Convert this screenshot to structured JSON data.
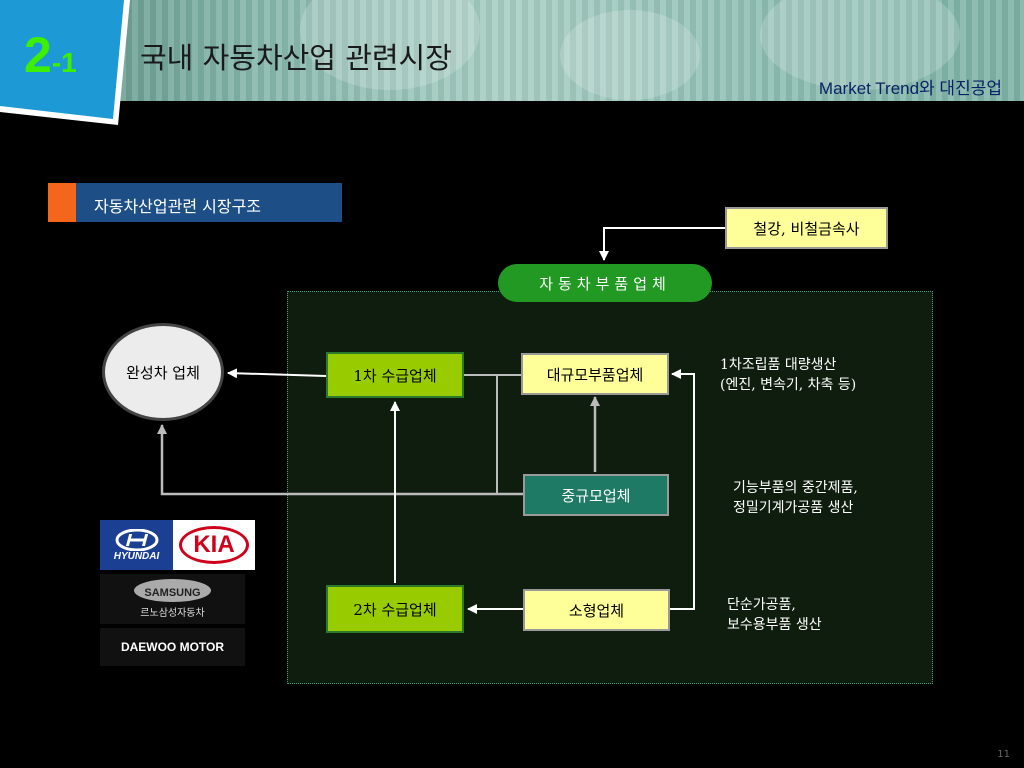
{
  "header": {
    "badge_big": "2",
    "badge_small": "-1",
    "title": "국내 자동차산업 관련시장",
    "subtitle": "Market Trend와 대진공업"
  },
  "section": {
    "label": "자동차산업관련 시장구조"
  },
  "diagram": {
    "top_box": "철강, 비철금속사",
    "pill": "자동차부품업체",
    "oval": "완성차 업체",
    "tier1": "1차 수급업체",
    "large": "대규모부품업체",
    "medium": "중규모업체",
    "tier2": "2차 수급업체",
    "small": "소형업체",
    "desc_large": "1차조립품 대량생산\n(엔진, 변속기, 차축 등)",
    "desc_medium": "기능부품의 중간제품,\n정밀기계가공품 생산",
    "desc_small": "단순가공품,\n보수용부품 생산"
  },
  "logos": {
    "hyundai": "HYUNDAI",
    "kia": "KIA",
    "samsung": "SAMSUNG",
    "samsung_sub": "르노삼성자동차",
    "daewoo": "DAEWOO MOTOR"
  },
  "colors": {
    "lime": "#99cc00",
    "yellow": "#ffff99",
    "teal": "#1f7a65",
    "pill": "#229922",
    "section": "#1d4f86",
    "accent": "#f4661b"
  },
  "page_number": "11"
}
